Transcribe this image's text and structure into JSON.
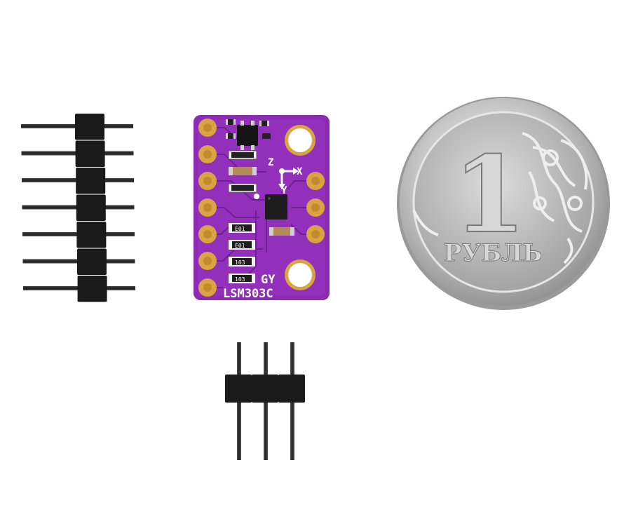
{
  "board": {
    "model_label": "LSM303C",
    "brand_label": "GY",
    "axis_x_label": "X",
    "axis_y_label": "Y",
    "axis_z_label": "Z",
    "resistor_codes": [
      "E01",
      "E01",
      "103",
      "103"
    ],
    "pcb_color": "#8a2bb0",
    "pad_color": "#d9a441"
  },
  "coin": {
    "denomination": "1",
    "inscription": "РУБЛЬ",
    "metal_color": "#c9c9c9"
  },
  "headers": {
    "left_pin_count": 7,
    "bottom_pin_count": 3,
    "plastic_color": "#1a1a1a"
  }
}
